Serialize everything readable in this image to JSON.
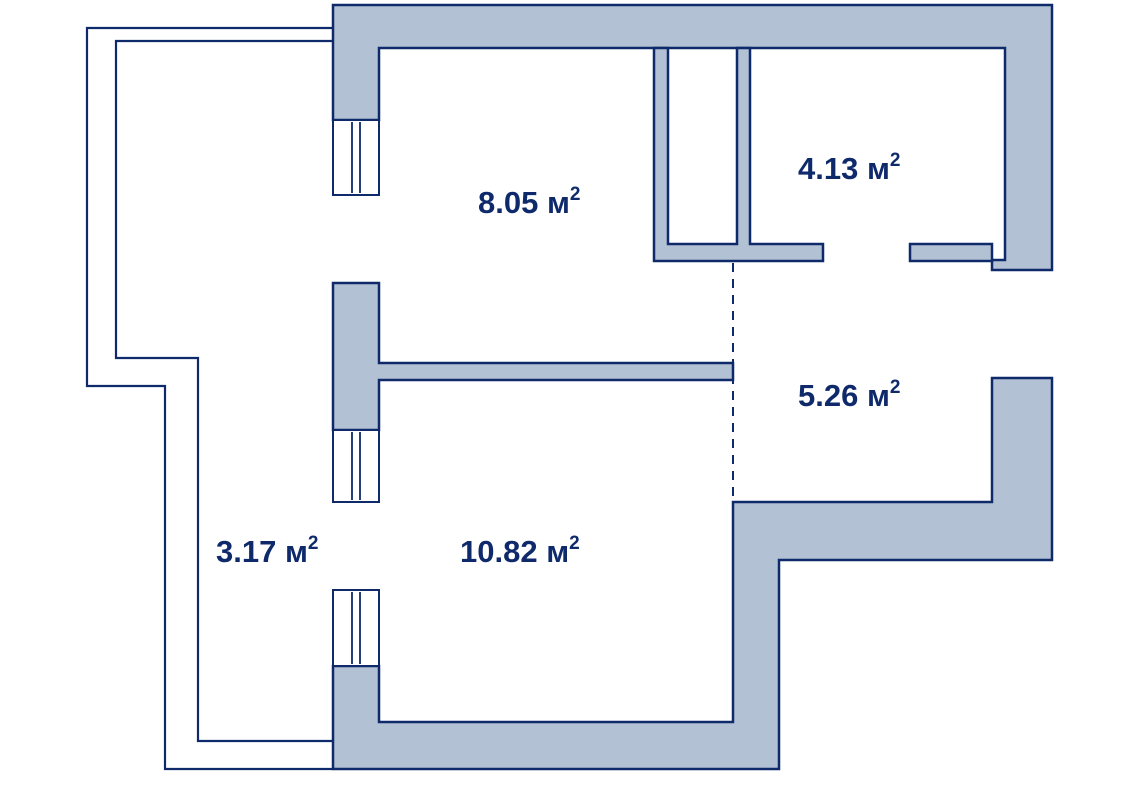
{
  "colors": {
    "wall_fill": "#b3c1d4",
    "outline": "#0f2a6b",
    "background": "#ffffff"
  },
  "unit_superscript": "2",
  "rooms": [
    {
      "id": "room-top-left",
      "area": "8.05 м"
    },
    {
      "id": "room-top-right",
      "area": "4.13 м"
    },
    {
      "id": "room-hall",
      "area": "5.26 м"
    },
    {
      "id": "balcony",
      "area": "3.17 м"
    },
    {
      "id": "room-bottom",
      "area": "10.82 м"
    }
  ]
}
